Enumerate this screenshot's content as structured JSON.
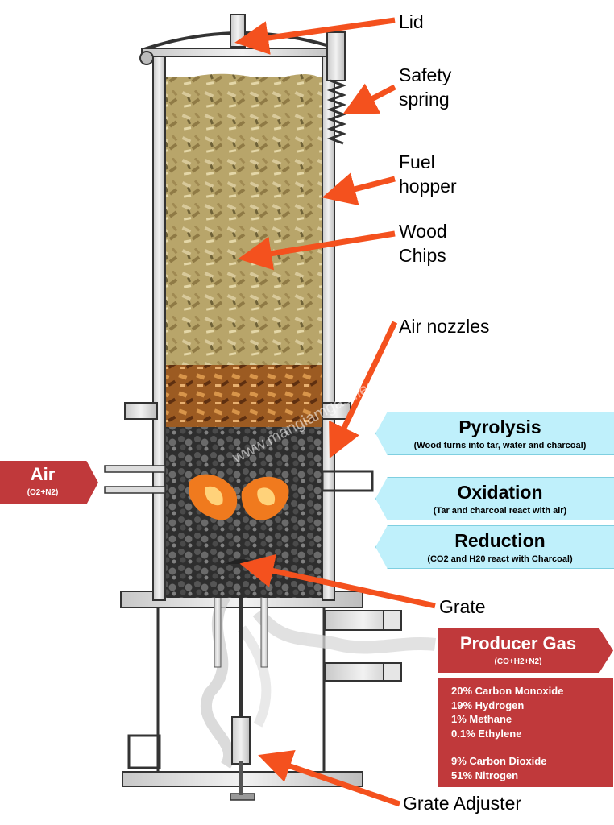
{
  "labels": {
    "lid": "Lid",
    "safety_spring": "Safety\nspring",
    "fuel_hopper": "Fuel\nhopper",
    "wood_chips": "Wood\nChips",
    "air_nozzles": "Air nozzles",
    "grate": "Grate",
    "grate_adjuster": "Grate Adjuster"
  },
  "zones": [
    {
      "title": "Pyrolysis",
      "subtitle": "(Wood turns into tar, water and charcoal)"
    },
    {
      "title": "Oxidation",
      "subtitle": "(Tar and charcoal react with air)"
    },
    {
      "title": "Reduction",
      "subtitle": "(CO2 and H20 react with Charcoal)"
    }
  ],
  "air": {
    "title": "Air",
    "subtitle": "(O2+N2)"
  },
  "producer_gas": {
    "title": "Producer Gas",
    "subtitle": "(CO+H2+N2)",
    "composition_a": [
      "20% Carbon Monoxide",
      "19% Hydrogen",
      "1% Methane",
      "0.1% Ethylene"
    ],
    "composition_b": [
      "9% Carbon Dioxide",
      "51% Nitrogen"
    ]
  },
  "watermark": "www.mangiamgasifier.com",
  "colors": {
    "arrow": "#f4511e",
    "red_box": "#c0393b",
    "zone_fill": "#bff0fb",
    "wood_chips": "#b8a56a",
    "pyrolysis_wood": "#b5702a",
    "charcoal": "#3c3c3c",
    "flame": "#f07a1e",
    "steel": "#d9d9d9"
  }
}
